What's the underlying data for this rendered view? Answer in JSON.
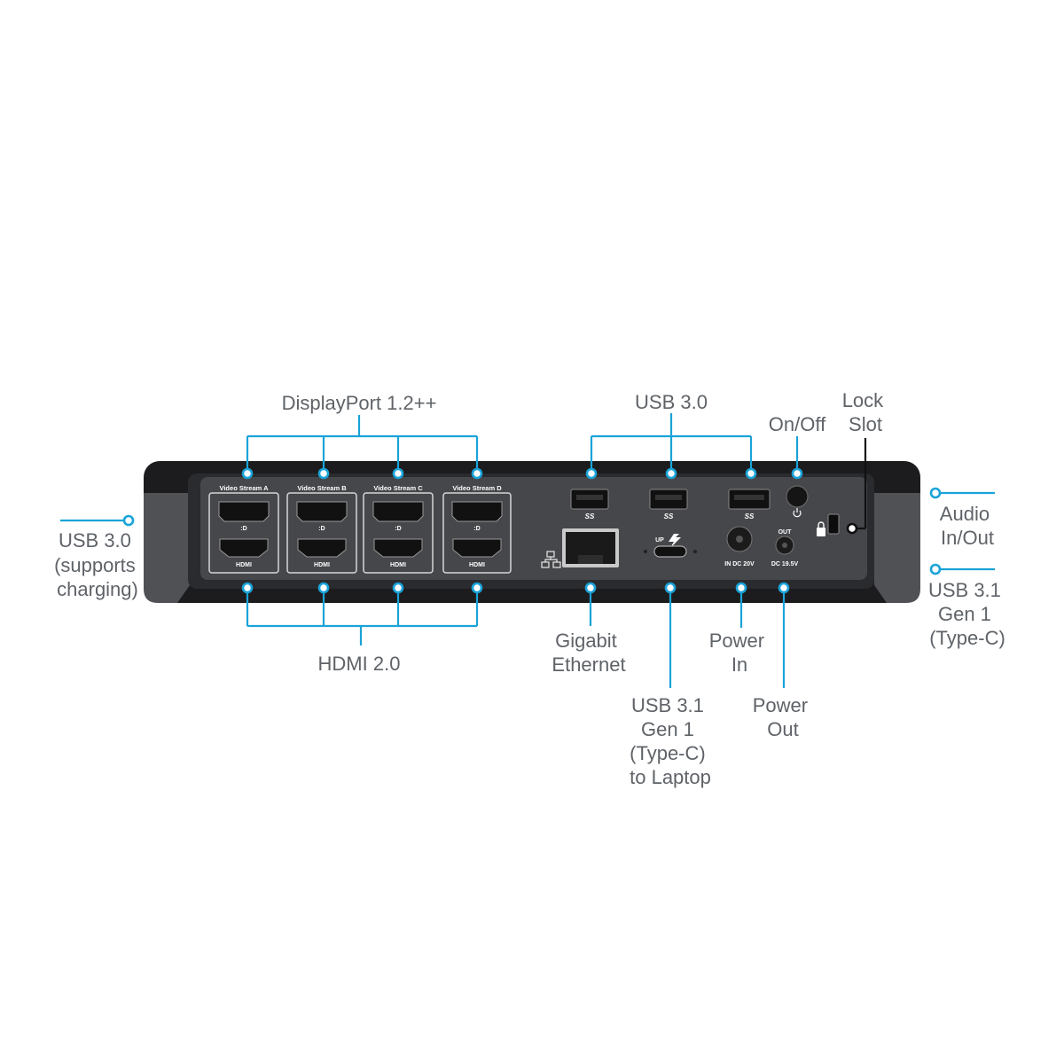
{
  "labels": {
    "displayport": "DisplayPort 1.2++",
    "usb30_top": "USB 3.0",
    "on_off": "On/Off",
    "lock_slot": [
      "Lock",
      "Slot"
    ],
    "usb30_left": [
      "USB 3.0",
      "(supports",
      "charging)"
    ],
    "audio": [
      "Audio",
      "In/Out"
    ],
    "usb31_right": [
      "USB 3.1",
      "Gen 1",
      "(Type-C)"
    ],
    "hdmi": "HDMI 2.0",
    "gigabit": [
      "Gigabit",
      "Ethernet"
    ],
    "power_in": [
      "Power",
      "In"
    ],
    "usb31_laptop": [
      "USB 3.1",
      "Gen 1",
      "(Type-C)",
      "to Laptop"
    ],
    "power_out": [
      "Power",
      "Out"
    ]
  },
  "device": {
    "streams": [
      "Video Stream A",
      "Video Stream B",
      "Video Stream C",
      "Video Stream D"
    ],
    "hdmi_label": "HDMI",
    "usb_label": "SS",
    "usbc_label": "UP",
    "power_in_label": "IN DC 20V",
    "power_out_top": "OUT",
    "power_out_label": "DC 19.5V"
  },
  "colors": {
    "accent": "#1aa3d8",
    "text": "#5f6368",
    "body_dark": "#1c1c1e",
    "body_grey": "#4a4b4f"
  }
}
